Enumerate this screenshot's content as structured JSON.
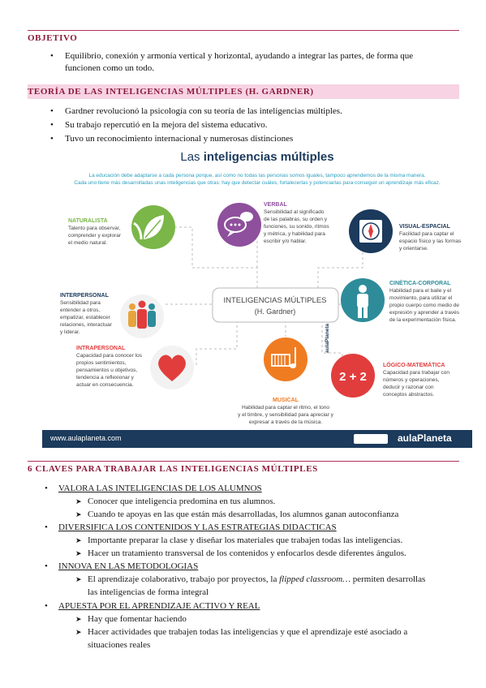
{
  "objetivo": {
    "heading": "OBJETIVO",
    "bullet_line1": "Equilibrio, conexión y armonía vertical y horizontal, ayudando a integrar las partes, de forma que",
    "bullet_line2": "funcionen como un todo."
  },
  "teoria": {
    "heading": "TEORÍA DE LAS INTELIGENCIAS MÚLTIPLES (H. GARDNER)",
    "bullets": [
      "Gardner revolucionó la psicología con su teoría de las inteligencias múltiples.",
      "Su trabajo repercutió en la mejora del sistema educativo.",
      "Tuvo un reconocimiento internacional y numerosas distinciones"
    ]
  },
  "infographic": {
    "title_plain": "Las ",
    "title_bold": "inteligencias múltiples",
    "intro_line1": "La educación debe adaptarse a cada persona porque, así como no todas las personas somos iguales, tampoco aprendemos de la misma manera.",
    "intro_line2": "Cada uno tiene más desarrolladas unas inteligencias que otras: hay que detectar cuáles, fortalecerlas y potenciarlas para conseguir un aprendizaje más eficaz.",
    "center_line1": "INTELIGENCIAS MÚLTIPLES",
    "center_line2": "(H. Gardner)",
    "side_logo": "aulaPlaneta",
    "naturalista": {
      "title": "NATURALISTA",
      "desc1": "Talento para observar,",
      "desc2": "comprender y explorar",
      "desc3": "el medio natural."
    },
    "verbal": {
      "title": "VERBAL",
      "desc1": "Sensibilidad al significado",
      "desc2": "de las palabras, su orden y",
      "desc3": "funciones, su sonido, ritmos",
      "desc4": "y métrica, y habilidad para",
      "desc5": "escribir y/o hablar."
    },
    "visual": {
      "title": "VISUAL-ESPACIAL",
      "desc1": "Facilidad para captar el",
      "desc2": "espacio físico y las formas",
      "desc3": "y orientarse."
    },
    "interpersonal": {
      "title": "INTERPERSONAL",
      "desc1": "Sensibilidad para",
      "desc2": "entender a otros,",
      "desc3": "empatizar, establecer",
      "desc4": "relaciones, interactuar",
      "desc5": "y liderar."
    },
    "cinetica": {
      "title": "CINÉTICA-CORPORAL",
      "desc1": "Habilidad para el baile y el",
      "desc2": "movimiento, para utilizar el",
      "desc3": "propio cuerpo como medio de",
      "desc4": "expresión y aprender a través",
      "desc5": "de la experimentación física."
    },
    "intrapersonal": {
      "title": "INTRAPERSONAL",
      "desc1": "Capacidad para conocer los",
      "desc2": "propios sentimientos,",
      "desc3": "pensamientos u objetivos,",
      "desc4": "tendencia a reflexionar y",
      "desc5": "actuar en consecuencia."
    },
    "musical": {
      "title": "MUSICAL",
      "desc1": "Habilidad para captar el ritmo, el tono",
      "desc2": "y el timbre, y sensibilidad para apreciar y",
      "desc3": "expresar a través de la música."
    },
    "logico": {
      "title": "LÓGICO-MATEMÁTICA",
      "icon_text": "2 + 2",
      "desc1": "Capacidad para trabajar con",
      "desc2": "números y operaciones,",
      "desc3": "deducir y razonar con",
      "desc4": "conceptos abstractos."
    },
    "footer_url": "www.aulaplaneta.com",
    "footer_brand": "aulaPlaneta",
    "colors": {
      "green": "#7ab648",
      "purple": "#8e4f9c",
      "navy": "#1b3a5c",
      "orange": "#f07c22",
      "red": "#e23d3d",
      "teal": "#2e8c9a",
      "cyan_text": "#2a9fc0"
    }
  },
  "claves": {
    "heading": "6 CLAVES PARA TRABAJAR LAS INTELIGENCIAS MÚLTIPLES",
    "items": [
      {
        "title": "VALORA LAS INTELIGENCIAS DE LOS ALUMNOS",
        "subs": [
          "Conocer que inteligencia predomina en tus alumnos.",
          "Cuando te apoyas en las que están más desarrolladas, los alumnos ganan autoconfianza"
        ]
      },
      {
        "title": "DIVERSIFICA LOS CONTENIDOS Y LAS ESTRATEGIAS DIDACTICAS",
        "subs": [
          "Importante preparar la clase y diseñar los materiales que trabajen todas las inteligencias.",
          "Hacer un tratamiento transversal de los contenidos y enfocarlos desde diferentes ángulos."
        ]
      },
      {
        "title": "INNOVA EN LAS METODOLOGIAS",
        "sub1_pre": "El aprendizaje colaborativo, trabajo por proyectos, la ",
        "sub1_em": "flipped classroom…",
        "sub1_post": " permiten desarrollas",
        "sub1_line2": "las inteligencias de forma integral"
      },
      {
        "title": "APUESTA POR EL APRENDIZAJE ACTIVO Y REAL",
        "subs": [
          "Hay que fomentar haciendo",
          "Hacer actividades que trabajen todas las inteligencias y que el aprendizaje esté asociado a",
          "situaciones reales"
        ]
      }
    ]
  }
}
